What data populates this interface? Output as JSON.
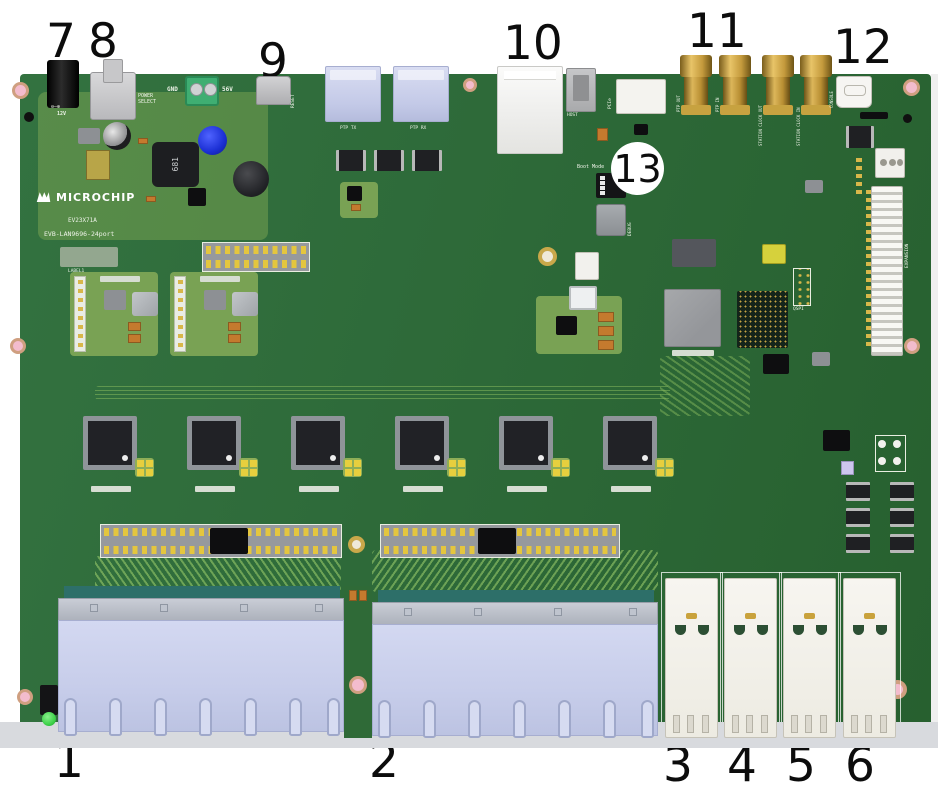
{
  "board": {
    "brand": "MICROCHIP",
    "model": "EV23X71A",
    "title": "EVB-LAN9696-24port",
    "inductor_marking": "681"
  },
  "callouts": [
    "1",
    "2",
    "3",
    "4",
    "5",
    "6",
    "7",
    "8",
    "9",
    "10",
    "11",
    "12",
    "13"
  ],
  "silkscreen": {
    "power_select": "POWER SELECT",
    "gnd": "GND",
    "v56": "56V",
    "v12": "12V",
    "polarity": "⊖–⊕",
    "reset": "RESET",
    "ptp_tx": "PTP TX",
    "ptp_rx": "PTP RX",
    "host": "HOST",
    "pcie": "PCIe",
    "boot_mode": "Boot Mode",
    "debug": "DEBUG",
    "ptp_out": "PTP OUT",
    "ptp_in": "PTP IN",
    "station_clock_out": "STATION CLOCK OUT",
    "station_clock_in": "STATION CLOCK IN",
    "console": "CONSOLE",
    "expansion": "EXPANSION",
    "qspi": "QSPI",
    "label1": "LABEL1"
  },
  "colors": {
    "pcb_green": "#2d6938",
    "pour_green": "#79a254",
    "sma_gold": "#c49a3c",
    "rj45_lavender": "#c7cdea",
    "sfp_ivory": "#f2f0e9",
    "hole_pink": "#f3bccd",
    "led_green": "#3ed24a",
    "cap_blue": "#1b2fd4"
  }
}
